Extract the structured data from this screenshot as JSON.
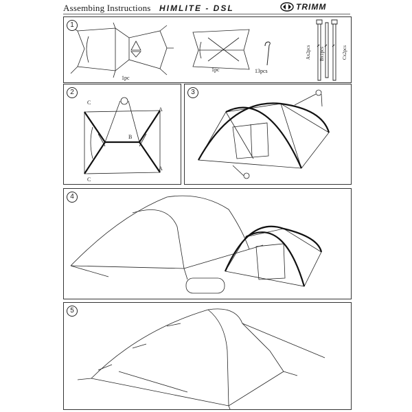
{
  "header": {
    "title": "Assembing Instructions",
    "model": "HIMLITE - DSL",
    "brand": "TRIMM"
  },
  "steps": [
    {
      "number": "1",
      "quantities": {
        "tent_inner": "1pc",
        "tent_fly": "1pc",
        "pegs": "13pcs",
        "pole_a": "Ax2pcs",
        "pole_b": "Bx1pcs",
        "pole_c": "Cx2pcs"
      }
    },
    {
      "number": "2",
      "letters": {
        "c_top": "C",
        "c_bottom": "C",
        "a_top": "A",
        "a_bottom": "A",
        "b_center": "B"
      }
    },
    {
      "number": "3"
    },
    {
      "number": "4"
    },
    {
      "number": "5"
    }
  ]
}
